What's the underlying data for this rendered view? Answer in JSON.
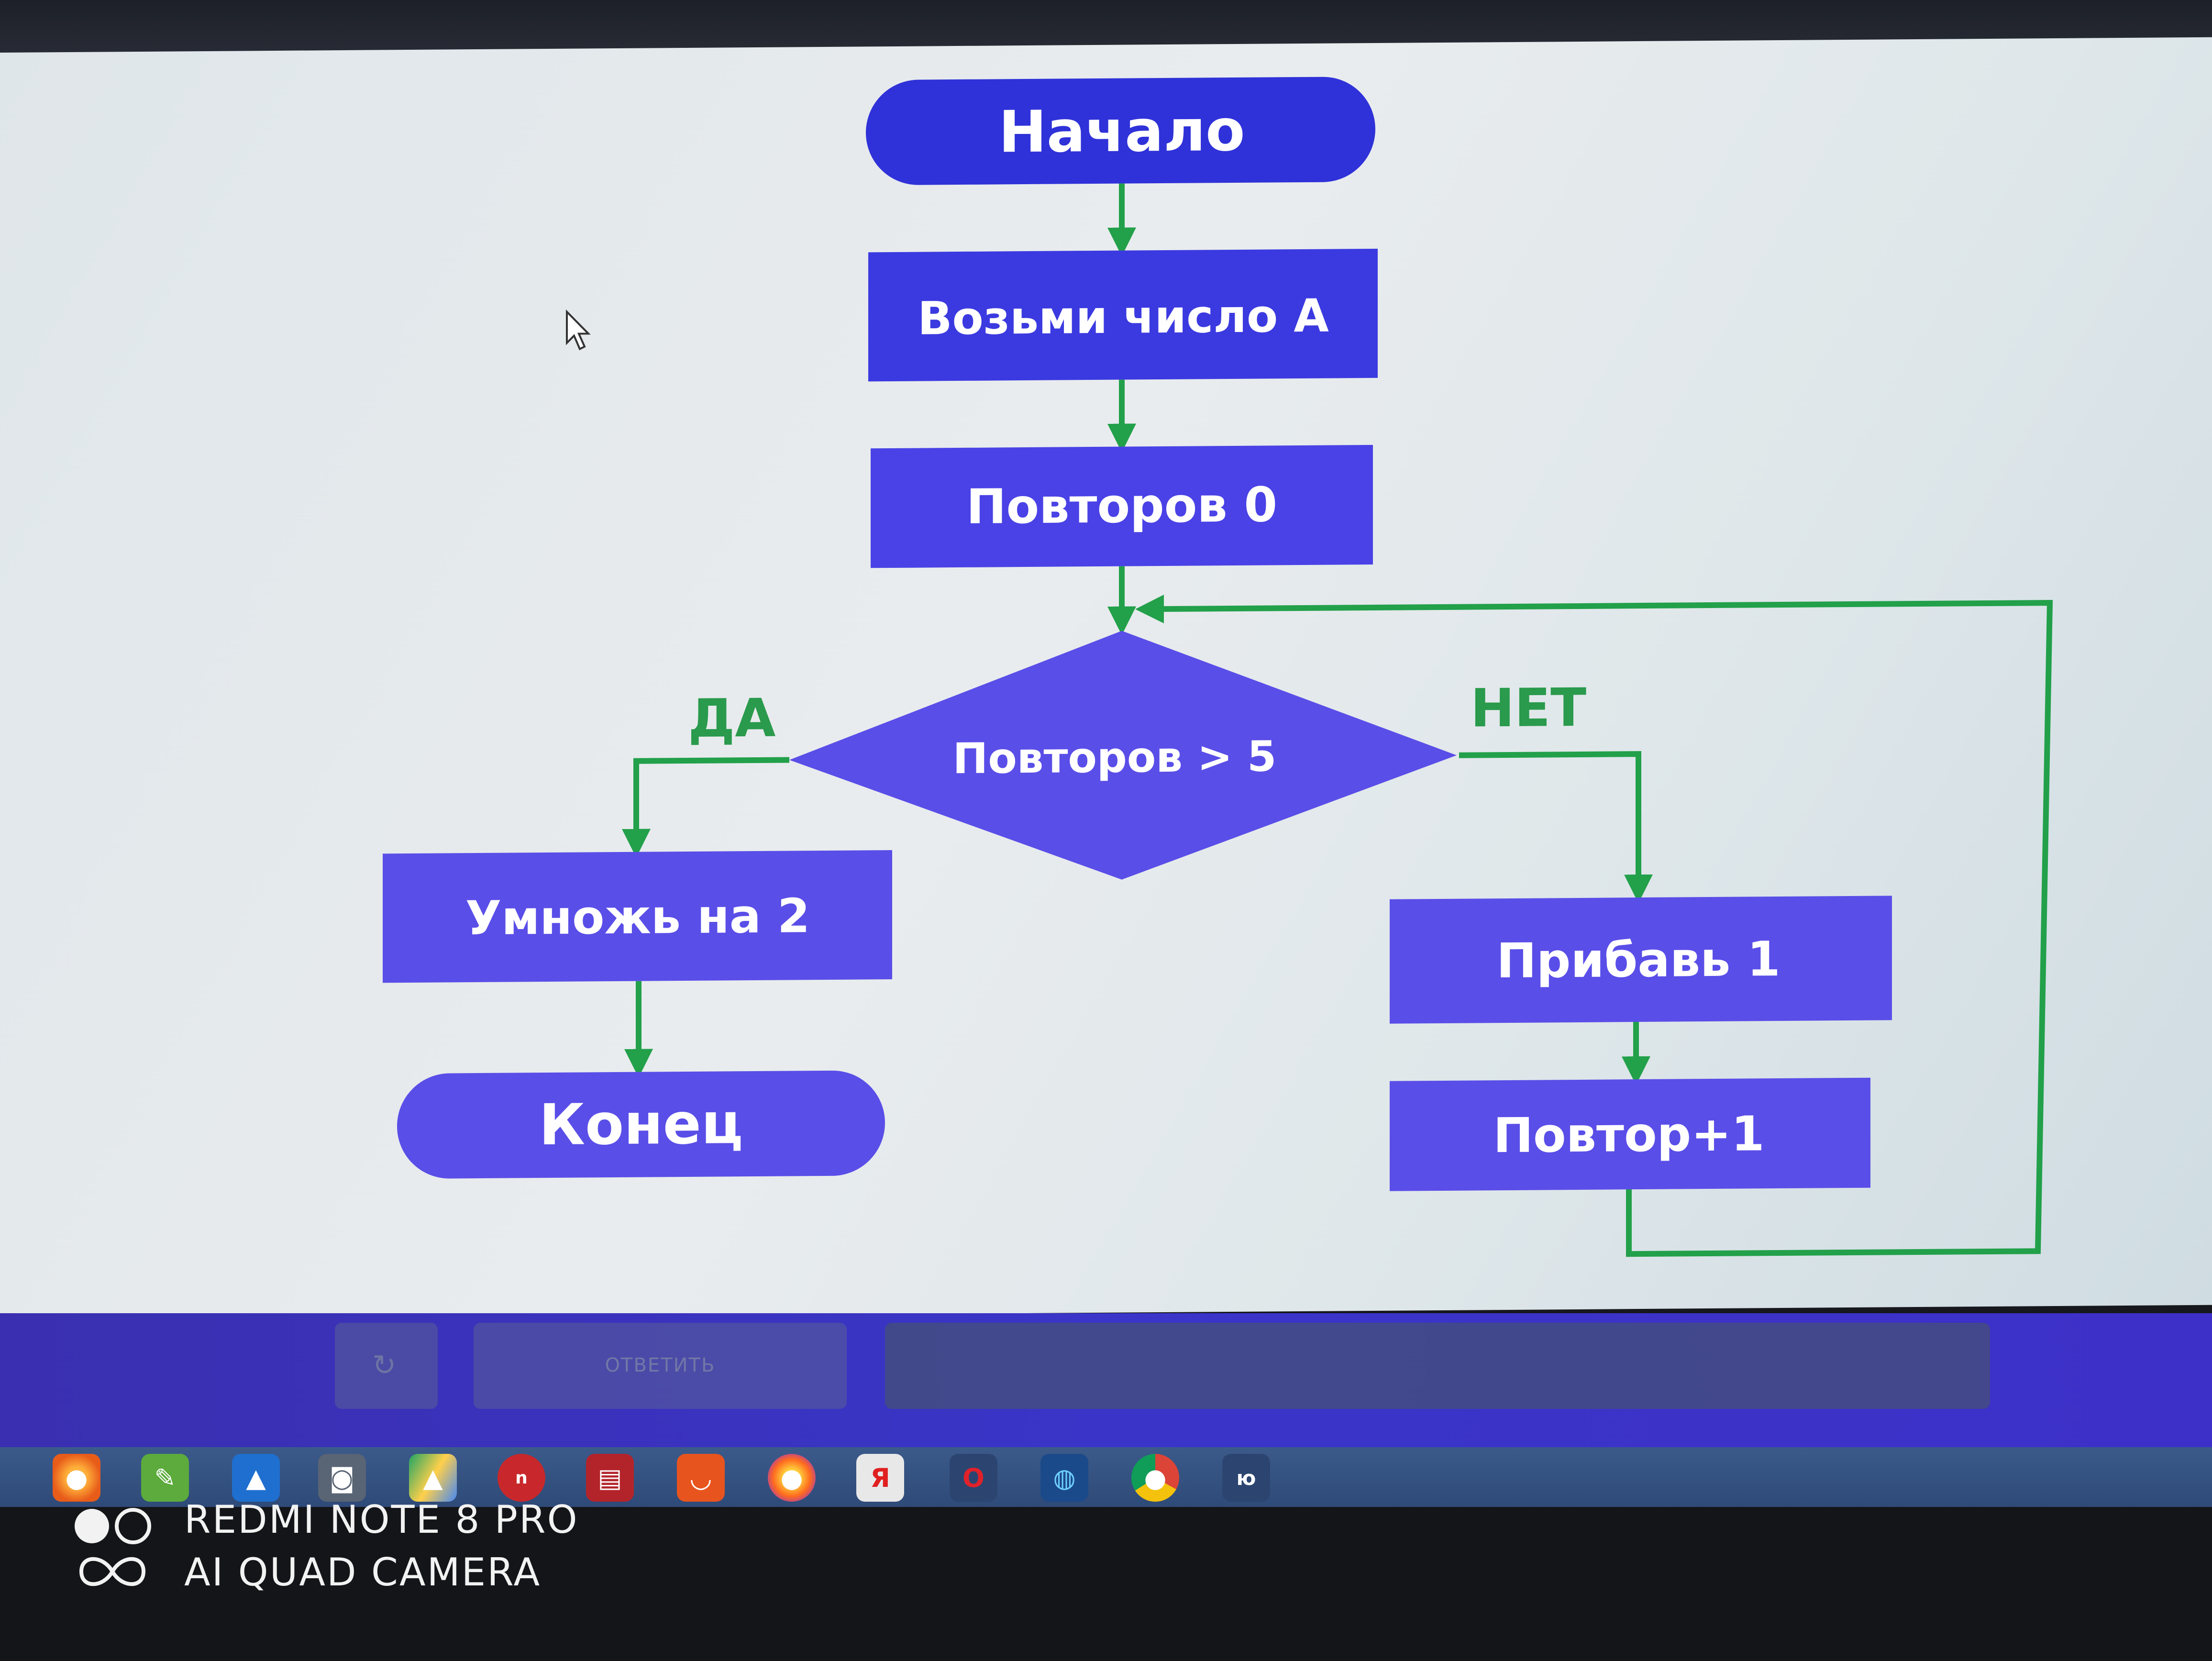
{
  "flowchart": {
    "start": "Начало",
    "take_number": "Возьми число А",
    "repeats_init": "Повторов 0",
    "condition": "Повторов > 5",
    "yes_label": "ДА",
    "no_label": "НЕТ",
    "multiply": "Умножь на 2",
    "end": "Конец",
    "add_one": "Прибавь 1",
    "repeat_inc": "Повтор+1"
  },
  "answer_bar": {
    "undo_icon": "↻",
    "reply_label": "ОТВЕТИТЬ"
  },
  "taskbar": {
    "icons": [
      "firefox-icon",
      "feather-icon",
      "app-icon",
      "camera-icon",
      "google-drive-icon",
      "nero-icon",
      "book-icon",
      "aliexpress-icon",
      "firefox-icon",
      "yandex-icon",
      "opera-icon",
      "globe-icon",
      "chrome-icon",
      "yu-icon"
    ]
  },
  "watermark": {
    "line1": "REDMI NOTE 8 PRO",
    "line2": "AI QUAD CAMERA"
  },
  "colors": {
    "start_fill": "#2f32d8",
    "box_fill": "#5548e6",
    "arrow": "#22a04a",
    "bar": "#3a32c0"
  }
}
